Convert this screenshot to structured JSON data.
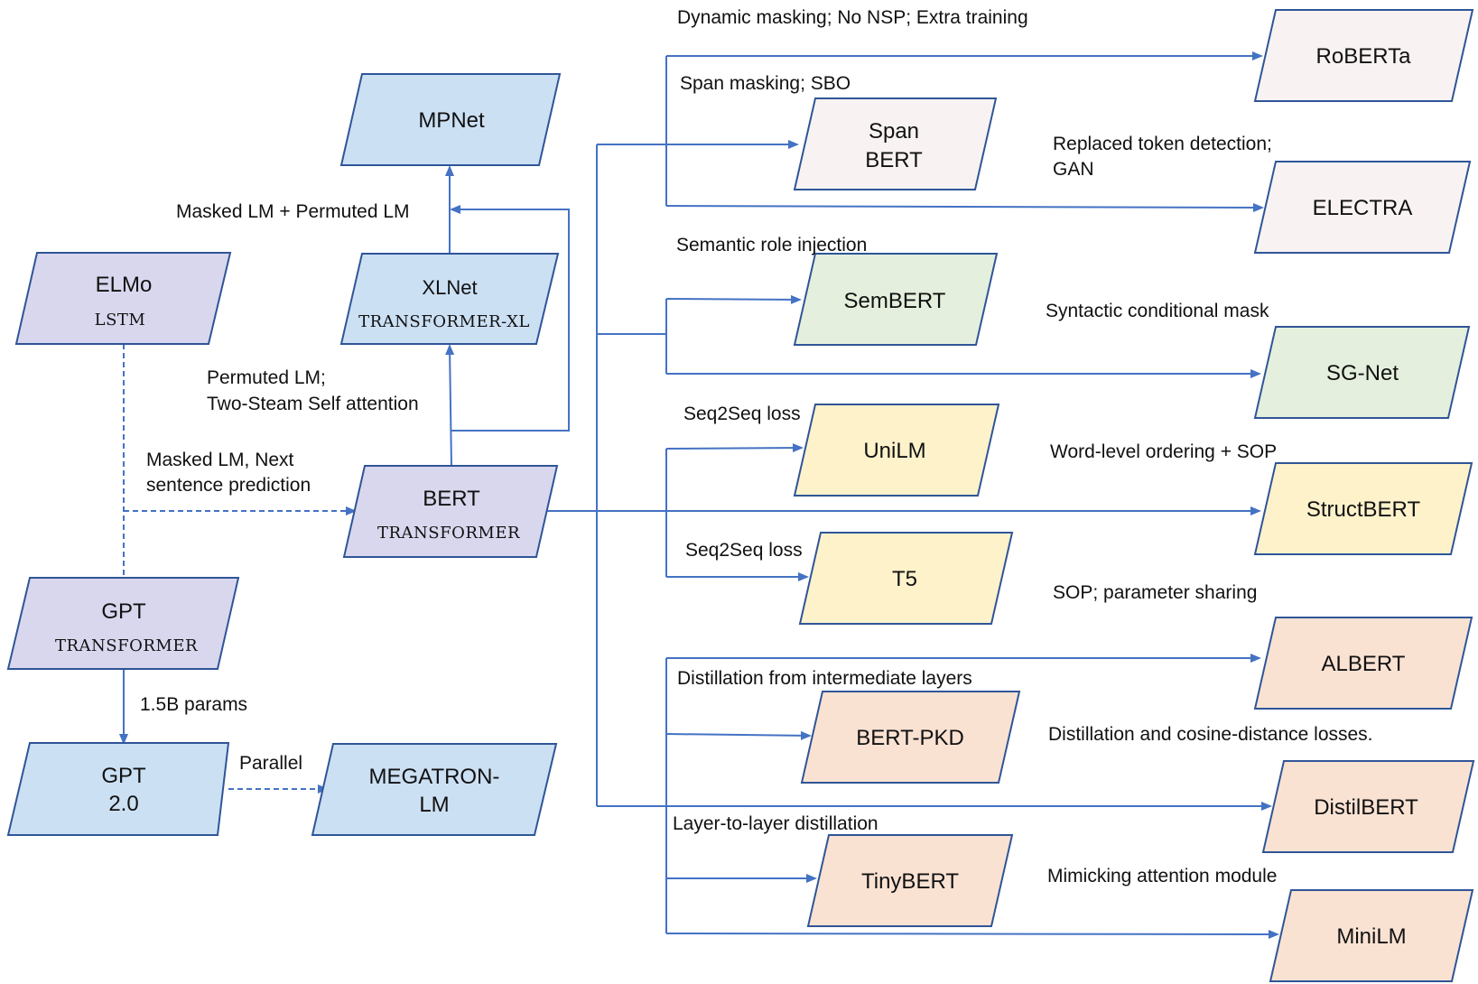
{
  "colors": {
    "lavender": "#D9D7EE",
    "blue": "#CCE0F4",
    "pink": "#F8F3F2",
    "green": "#E4F0DD",
    "yellow": "#FEF2CB",
    "peach": "#FAE2D3",
    "line": "#4472C4",
    "border": "#2F5597"
  },
  "nodes": {
    "elmo": {
      "title": "ELMo",
      "sub": "LSTM"
    },
    "gpt": {
      "title": "GPT",
      "sub": "TRANSFORMER"
    },
    "gpt2": {
      "title1": "GPT",
      "title2": "2.0"
    },
    "megatron": {
      "title1": "MEGATRON-",
      "title2": "LM"
    },
    "bert": {
      "title": "BERT",
      "sub": "TRANSFORMER"
    },
    "xlnet": {
      "title": "XLNet",
      "sub": "TRANSFORMER-XL"
    },
    "mpnet": {
      "title": "MPNet"
    },
    "roberta": {
      "title": "RoBERTa"
    },
    "spanbert": {
      "title1": "Span",
      "title2": "BERT"
    },
    "electra": {
      "title": "ELECTRA"
    },
    "sembert": {
      "title": "SemBERT"
    },
    "sgnet": {
      "title": "SG-Net"
    },
    "unilm": {
      "title": "UniLM"
    },
    "structbert": {
      "title": "StructBERT"
    },
    "t5": {
      "title": "T5"
    },
    "albert": {
      "title": "ALBERT"
    },
    "bertpkd": {
      "title": "BERT-PKD"
    },
    "distilbert": {
      "title": "DistilBERT"
    },
    "tinybert": {
      "title": "TinyBERT"
    },
    "minilm": {
      "title": "MiniLM"
    }
  },
  "labels": {
    "roberta": "Dynamic masking; No NSP; Extra training",
    "spanbert": "Span masking; SBO",
    "electra_1": "Replaced token detection;",
    "electra_2": "GAN",
    "sembert": "Semantic role injection",
    "sgnet": "Syntactic conditional mask",
    "unilm": "Seq2Seq loss",
    "structbert": "Word-level ordering + SOP",
    "t5": "Seq2Seq loss",
    "albert": "SOP; parameter sharing",
    "bertpkd": "Distillation from intermediate layers",
    "distilbert": "Distillation and cosine-distance losses.",
    "tinybert": "Layer-to-layer  distillation",
    "minilm": "Mimicking attention  module",
    "mpnet": "Masked LM  + Permuted LM",
    "xlnet_1": "Permuted LM;",
    "xlnet_2": "Two-Steam Self attention",
    "bert_1": "Masked LM, Next",
    "bert_2": "sentence prediction",
    "gpt2": "1.5B params",
    "megatron": "Parallel"
  }
}
